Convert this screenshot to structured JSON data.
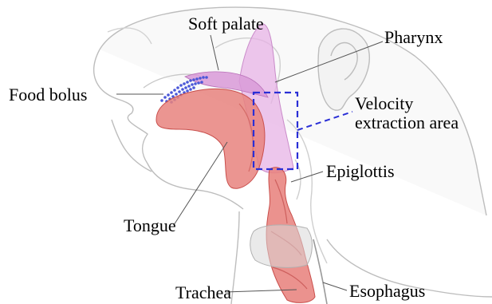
{
  "labels": {
    "soft_palate": "Soft palate",
    "pharynx": "Pharynx",
    "food_bolus": "Food bolus",
    "velocity_line1": "Velocity",
    "velocity_line2": "extraction area",
    "epiglottis": "Epiglottis",
    "tongue": "Tongue",
    "trachea": "Trachea",
    "esophagus": "Esophagus"
  },
  "colors": {
    "head_outline": "#b9b9b9",
    "tissue_red": "#e8837e",
    "tissue_red_dark": "#c94f4c",
    "pharynx_pink": "#e7b3e6",
    "bolus_blue": "#4a57d8",
    "dash_blue": "#2a2fd6",
    "leader_line": "#555555"
  }
}
